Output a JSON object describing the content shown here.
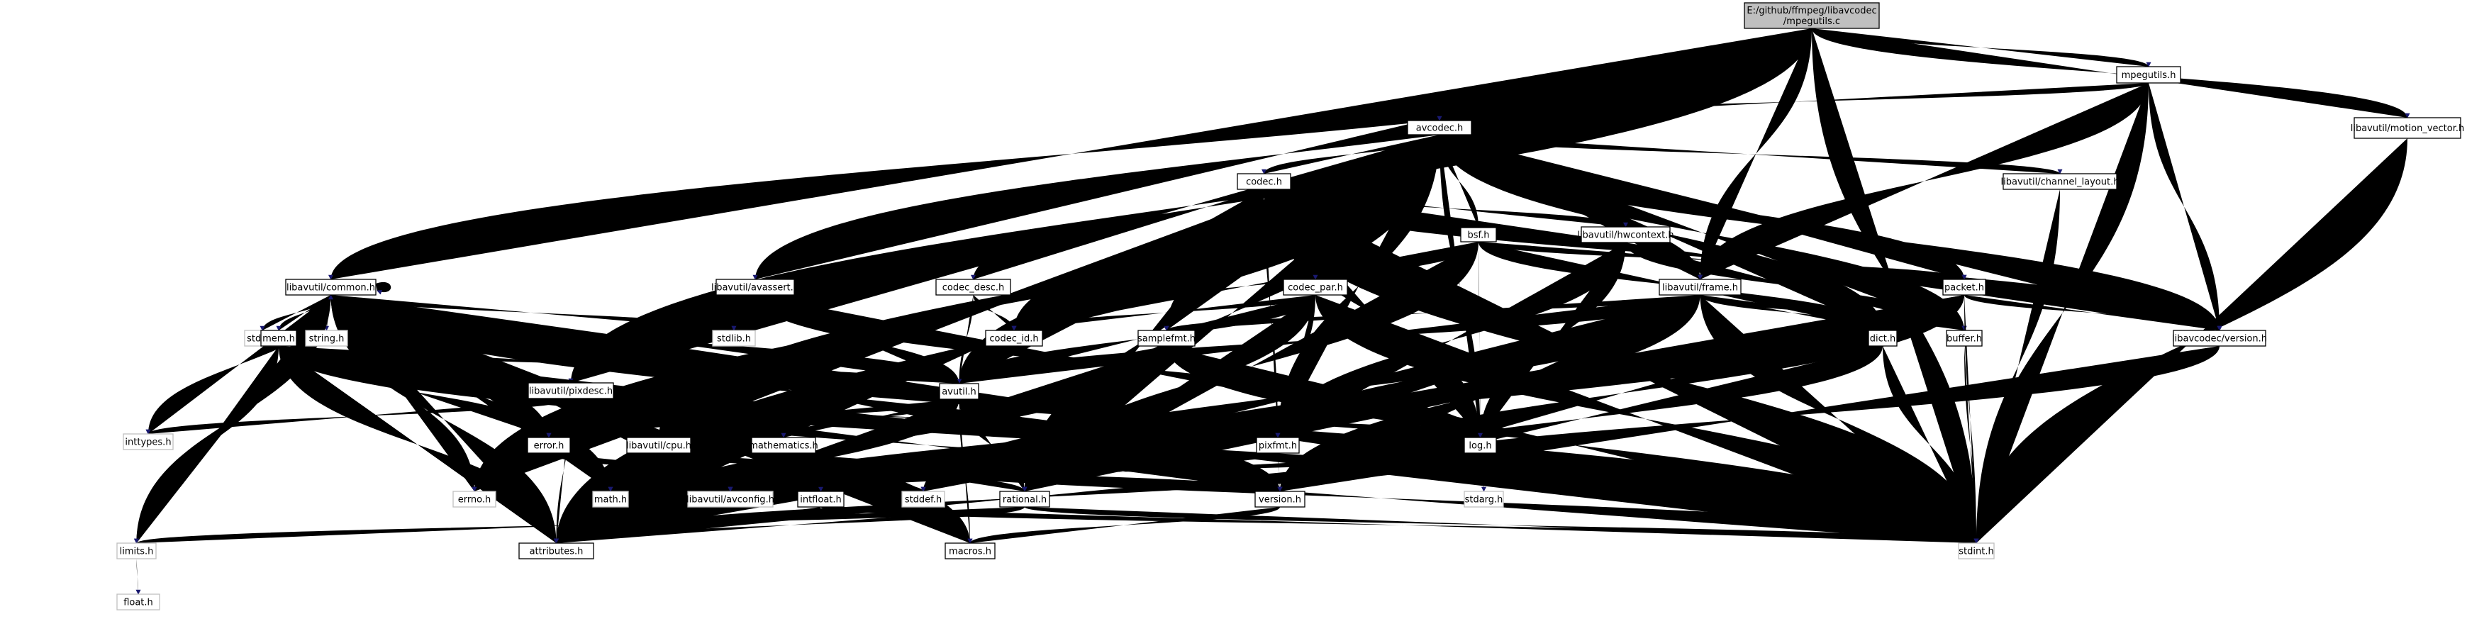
{
  "title": "E:/github/ffmpeg/libavcodec/mpegutils.c include dependency graph",
  "colors": {
    "edge": "#191970",
    "root_fill": "#bfbfbf",
    "node_fill": "#ffffff",
    "node_border": "#000000",
    "system_border": "#bfbfbf"
  },
  "nodes": [
    {
      "id": "root",
      "lines": [
        "E:/github/ffmpeg/libavcodec",
        "/mpegutils.c"
      ],
      "kind": "root"
    },
    {
      "id": "mpegutils_h",
      "lines": [
        "mpegutils.h"
      ],
      "kind": "file"
    },
    {
      "id": "motion_vector_h",
      "lines": [
        "libavutil/motion_vector.h"
      ],
      "kind": "file"
    },
    {
      "id": "avcodec_h",
      "lines": [
        "avcodec.h"
      ],
      "kind": "file"
    },
    {
      "id": "codec_h",
      "lines": [
        "codec.h"
      ],
      "kind": "file"
    },
    {
      "id": "channel_layout_h",
      "lines": [
        "libavutil/channel_layout.h"
      ],
      "kind": "file"
    },
    {
      "id": "bsf_h",
      "lines": [
        "bsf.h"
      ],
      "kind": "file"
    },
    {
      "id": "hwcontext_h",
      "lines": [
        "libavutil/hwcontext.h"
      ],
      "kind": "file"
    },
    {
      "id": "common_h",
      "lines": [
        "libavutil/common.h"
      ],
      "kind": "file"
    },
    {
      "id": "avassert_h",
      "lines": [
        "libavutil/avassert.h"
      ],
      "kind": "file"
    },
    {
      "id": "codec_desc_h",
      "lines": [
        "codec_desc.h"
      ],
      "kind": "file"
    },
    {
      "id": "codec_par_h",
      "lines": [
        "codec_par.h"
      ],
      "kind": "file"
    },
    {
      "id": "frame_h",
      "lines": [
        "libavutil/frame.h"
      ],
      "kind": "file"
    },
    {
      "id": "packet_h",
      "lines": [
        "packet.h"
      ],
      "kind": "file"
    },
    {
      "id": "stdio_h",
      "lines": [
        "stdio.h"
      ],
      "kind": "system"
    },
    {
      "id": "string_h",
      "lines": [
        "string.h"
      ],
      "kind": "system"
    },
    {
      "id": "mem_h",
      "lines": [
        "mem.h"
      ],
      "kind": "file"
    },
    {
      "id": "stdlib_h",
      "lines": [
        "stdlib.h"
      ],
      "kind": "system"
    },
    {
      "id": "codec_id_h",
      "lines": [
        "codec_id.h"
      ],
      "kind": "file"
    },
    {
      "id": "samplefmt_h",
      "lines": [
        "samplefmt.h"
      ],
      "kind": "file"
    },
    {
      "id": "dict_h",
      "lines": [
        "dict.h"
      ],
      "kind": "file"
    },
    {
      "id": "buffer_h",
      "lines": [
        "buffer.h"
      ],
      "kind": "file"
    },
    {
      "id": "avcodec_version_h",
      "lines": [
        "libavcodec/version.h"
      ],
      "kind": "file"
    },
    {
      "id": "pixdesc_h",
      "lines": [
        "libavutil/pixdesc.h"
      ],
      "kind": "file"
    },
    {
      "id": "avutil_h",
      "lines": [
        "avutil.h"
      ],
      "kind": "file"
    },
    {
      "id": "inttypes_h",
      "lines": [
        "inttypes.h"
      ],
      "kind": "system"
    },
    {
      "id": "error_h",
      "lines": [
        "error.h"
      ],
      "kind": "file"
    },
    {
      "id": "cpu_h",
      "lines": [
        "libavutil/cpu.h"
      ],
      "kind": "file"
    },
    {
      "id": "mathematics_h",
      "lines": [
        "mathematics.h"
      ],
      "kind": "file"
    },
    {
      "id": "pixfmt_h",
      "lines": [
        "pixfmt.h"
      ],
      "kind": "file"
    },
    {
      "id": "log_h",
      "lines": [
        "log.h"
      ],
      "kind": "file"
    },
    {
      "id": "errno_h",
      "lines": [
        "errno.h"
      ],
      "kind": "system"
    },
    {
      "id": "math_h",
      "lines": [
        "math.h"
      ],
      "kind": "system"
    },
    {
      "id": "avconfig_h",
      "lines": [
        "libavutil/avconfig.h"
      ],
      "kind": "system"
    },
    {
      "id": "intfloat_h",
      "lines": [
        "intfloat.h"
      ],
      "kind": "file"
    },
    {
      "id": "stddef_h",
      "lines": [
        "stddef.h"
      ],
      "kind": "system"
    },
    {
      "id": "rational_h",
      "lines": [
        "rational.h"
      ],
      "kind": "file"
    },
    {
      "id": "version_h",
      "lines": [
        "version.h"
      ],
      "kind": "file"
    },
    {
      "id": "stdarg_h",
      "lines": [
        "stdarg.h"
      ],
      "kind": "system"
    },
    {
      "id": "limits_h",
      "lines": [
        "limits.h"
      ],
      "kind": "system"
    },
    {
      "id": "attributes_h",
      "lines": [
        "attributes.h"
      ],
      "kind": "file"
    },
    {
      "id": "macros_h",
      "lines": [
        "macros.h"
      ],
      "kind": "file"
    },
    {
      "id": "stdint_h",
      "lines": [
        "stdint.h"
      ],
      "kind": "system"
    },
    {
      "id": "float_h",
      "lines": [
        "float.h"
      ],
      "kind": "system"
    }
  ],
  "edges": [
    [
      "root",
      "mpegutils_h"
    ],
    [
      "root",
      "motion_vector_h"
    ],
    [
      "root",
      "avcodec_h"
    ],
    [
      "root",
      "common_h"
    ],
    [
      "root",
      "avassert_h"
    ],
    [
      "root",
      "pixdesc_h"
    ],
    [
      "root",
      "frame_h"
    ],
    [
      "root",
      "stdint_h"
    ],
    [
      "motion_vector_h",
      "stdint_h"
    ],
    [
      "mpegutils_h",
      "avcodec_h"
    ],
    [
      "mpegutils_h",
      "frame_h"
    ],
    [
      "mpegutils_h",
      "avcodec_version_h"
    ],
    [
      "mpegutils_h",
      "stdint_h"
    ],
    [
      "avcodec_h",
      "codec_h"
    ],
    [
      "avcodec_h",
      "channel_layout_h"
    ],
    [
      "avcodec_h",
      "bsf_h"
    ],
    [
      "avcodec_h",
      "hwcontext_h"
    ],
    [
      "avcodec_h",
      "codec_desc_h"
    ],
    [
      "avcodec_h",
      "codec_par_h"
    ],
    [
      "avcodec_h",
      "frame_h"
    ],
    [
      "avcodec_h",
      "packet_h"
    ],
    [
      "avcodec_h",
      "codec_id_h"
    ],
    [
      "avcodec_h",
      "samplefmt_h"
    ],
    [
      "avcodec_h",
      "dict_h"
    ],
    [
      "avcodec_h",
      "buffer_h"
    ],
    [
      "avcodec_h",
      "avcodec_version_h"
    ],
    [
      "avcodec_h",
      "avutil_h"
    ],
    [
      "avcodec_h",
      "cpu_h"
    ],
    [
      "avcodec_h",
      "pixfmt_h"
    ],
    [
      "avcodec_h",
      "log_h"
    ],
    [
      "avcodec_h",
      "rational_h"
    ],
    [
      "avcodec_h",
      "attributes_h"
    ],
    [
      "avcodec_h",
      "errno_h"
    ],
    [
      "channel_layout_h",
      "stdint_h"
    ],
    [
      "codec_h",
      "hwcontext_h"
    ],
    [
      "codec_h",
      "codec_id_h"
    ],
    [
      "codec_h",
      "samplefmt_h"
    ],
    [
      "codec_h",
      "avutil_h"
    ],
    [
      "codec_h",
      "pixfmt_h"
    ],
    [
      "codec_h",
      "log_h"
    ],
    [
      "codec_h",
      "rational_h"
    ],
    [
      "codec_h",
      "avcodec_version_h"
    ],
    [
      "codec_h",
      "stdint_h"
    ],
    [
      "bsf_h",
      "codec_id_h"
    ],
    [
      "bsf_h",
      "codec_par_h"
    ],
    [
      "bsf_h",
      "packet_h"
    ],
    [
      "bsf_h",
      "dict_h"
    ],
    [
      "bsf_h",
      "log_h"
    ],
    [
      "bsf_h",
      "rational_h"
    ],
    [
      "hwcontext_h",
      "buffer_h"
    ],
    [
      "hwcontext_h",
      "frame_h"
    ],
    [
      "hwcontext_h",
      "log_h"
    ],
    [
      "hwcontext_h",
      "pixfmt_h"
    ],
    [
      "codec_desc_h",
      "codec_id_h"
    ],
    [
      "codec_desc_h",
      "avutil_h"
    ],
    [
      "codec_par_h",
      "avutil_h"
    ],
    [
      "codec_par_h",
      "codec_id_h"
    ],
    [
      "codec_par_h",
      "pixfmt_h"
    ],
    [
      "codec_par_h",
      "rational_h"
    ],
    [
      "codec_par_h",
      "stdint_h"
    ],
    [
      "frame_h",
      "avutil_h"
    ],
    [
      "frame_h",
      "buffer_h"
    ],
    [
      "frame_h",
      "dict_h"
    ],
    [
      "frame_h",
      "rational_h"
    ],
    [
      "frame_h",
      "samplefmt_h"
    ],
    [
      "frame_h",
      "pixfmt_h"
    ],
    [
      "frame_h",
      "version_h"
    ],
    [
      "frame_h",
      "stddef_h"
    ],
    [
      "frame_h",
      "stdint_h"
    ],
    [
      "packet_h",
      "buffer_h"
    ],
    [
      "packet_h",
      "dict_h"
    ],
    [
      "packet_h",
      "rational_h"
    ],
    [
      "packet_h",
      "avcodec_version_h"
    ],
    [
      "packet_h",
      "attributes_h"
    ],
    [
      "packet_h",
      "version_h"
    ],
    [
      "packet_h",
      "stddef_h"
    ],
    [
      "packet_h",
      "stdint_h"
    ],
    [
      "common_h",
      "stdio_h"
    ],
    [
      "common_h",
      "string_h"
    ],
    [
      "common_h",
      "mem_h"
    ],
    [
      "common_h",
      "stdlib_h"
    ],
    [
      "common_h",
      "inttypes_h"
    ],
    [
      "common_h",
      "error_h"
    ],
    [
      "common_h",
      "math_h"
    ],
    [
      "common_h",
      "avconfig_h"
    ],
    [
      "common_h",
      "limits_h"
    ],
    [
      "common_h",
      "attributes_h"
    ],
    [
      "common_h",
      "macros_h"
    ],
    [
      "common_h",
      "stdint_h"
    ],
    [
      "common_h",
      "errno_h"
    ],
    [
      "common_h",
      "version_h"
    ],
    [
      "common_h",
      "common_h"
    ],
    [
      "mem_h",
      "avutil_h"
    ],
    [
      "mem_h",
      "error_h"
    ],
    [
      "mem_h",
      "limits_h"
    ],
    [
      "mem_h",
      "attributes_h"
    ],
    [
      "mem_h",
      "stdint_h"
    ],
    [
      "avassert_h",
      "stdlib_h"
    ],
    [
      "avassert_h",
      "avutil_h"
    ],
    [
      "avassert_h",
      "log_h"
    ],
    [
      "samplefmt_h",
      "avutil_h"
    ],
    [
      "samplefmt_h",
      "attributes_h"
    ],
    [
      "samplefmt_h",
      "stdint_h"
    ],
    [
      "dict_h",
      "version_h"
    ],
    [
      "dict_h",
      "stdint_h"
    ],
    [
      "buffer_h",
      "stdint_h"
    ],
    [
      "avcodec_version_h",
      "version_h"
    ],
    [
      "pixdesc_h",
      "inttypes_h"
    ],
    [
      "pixdesc_h",
      "attributes_h"
    ],
    [
      "pixdesc_h",
      "pixfmt_h"
    ],
    [
      "pixdesc_h",
      "version_h"
    ],
    [
      "avutil_h",
      "common_h"
    ],
    [
      "avutil_h",
      "error_h"
    ],
    [
      "avutil_h",
      "rational_h"
    ],
    [
      "avutil_h",
      "version_h"
    ],
    [
      "avutil_h",
      "macros_h"
    ],
    [
      "avutil_h",
      "mathematics_h"
    ],
    [
      "avutil_h",
      "log_h"
    ],
    [
      "avutil_h",
      "pixfmt_h"
    ],
    [
      "avutil_h",
      "attributes_h"
    ],
    [
      "error_h",
      "errno_h"
    ],
    [
      "error_h",
      "stddef_h"
    ],
    [
      "cpu_h",
      "attributes_h"
    ],
    [
      "cpu_h",
      "version_h"
    ],
    [
      "mathematics_h",
      "stdint_h"
    ],
    [
      "mathematics_h",
      "math_h"
    ],
    [
      "mathematics_h",
      "attributes_h"
    ],
    [
      "mathematics_h",
      "rational_h"
    ],
    [
      "mathematics_h",
      "intfloat_h"
    ],
    [
      "mathematics_h",
      "avconfig_h"
    ],
    [
      "pixfmt_h",
      "version_h"
    ],
    [
      "pixfmt_h",
      "avconfig_h"
    ],
    [
      "log_h",
      "stdarg_h"
    ],
    [
      "log_h",
      "attributes_h"
    ],
    [
      "log_h",
      "version_h"
    ],
    [
      "log_h",
      "avconfig_h"
    ],
    [
      "intfloat_h",
      "stdint_h"
    ],
    [
      "intfloat_h",
      "attributes_h"
    ],
    [
      "rational_h",
      "stdint_h"
    ],
    [
      "rational_h",
      "limits_h"
    ],
    [
      "rational_h",
      "attributes_h"
    ],
    [
      "version_h",
      "macros_h"
    ],
    [
      "limits_h",
      "float_h"
    ]
  ]
}
